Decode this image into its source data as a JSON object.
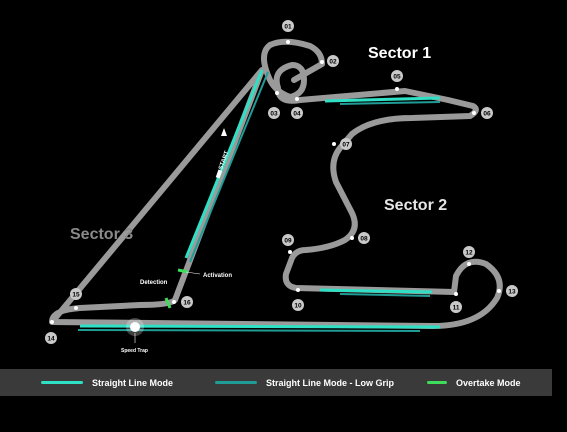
{
  "sectors": [
    {
      "label": "Sector 1"
    },
    {
      "label": "Sector 2"
    },
    {
      "label": "Sector 3"
    }
  ],
  "corners": [
    "01",
    "02",
    "03",
    "04",
    "05",
    "06",
    "07",
    "08",
    "09",
    "10",
    "11",
    "12",
    "13",
    "14",
    "15",
    "16"
  ],
  "annotations": {
    "start": "START",
    "detection": "Detection",
    "activation": "Activation",
    "speed_trap": "Speed Trap"
  },
  "legend": [
    {
      "label": "Straight Line Mode",
      "color": "#2fe0c4"
    },
    {
      "label": "Straight Line Mode - Low Grip",
      "color": "#1f9c96"
    },
    {
      "label": "Overtake Mode",
      "color": "#3ddc5a"
    }
  ],
  "colors": {
    "track": "#9a9a9a",
    "sector1_text": "#ffffff",
    "sector2_text": "#e6e6e6",
    "sector3_text": "#8a8a8a",
    "marker": "#c9c9c9"
  }
}
